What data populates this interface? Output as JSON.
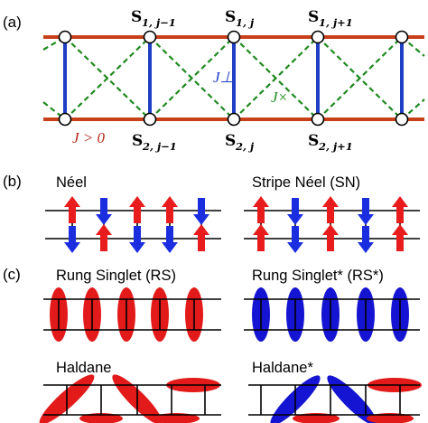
{
  "colors": {
    "leg": "#c8401a",
    "rung": "#1f3fc4",
    "diagonal": "#1f8a1f",
    "spin_up": "#e81c1c",
    "spin_down": "#1a2ee0",
    "singlet_red": "#e31a1a",
    "singlet_blue": "#1414d2",
    "line": "#000000"
  },
  "panel_a": {
    "label": "(a)",
    "top_sites": [
      {
        "base": "S",
        "sub": "1, j−1"
      },
      {
        "base": "S",
        "sub": "1, j"
      },
      {
        "base": "S",
        "sub": "1, j+1"
      }
    ],
    "bottom_sites": [
      {
        "base": "S",
        "sub": "2, j−1"
      },
      {
        "base": "S",
        "sub": "2, j"
      },
      {
        "base": "S",
        "sub": "2, j+1"
      }
    ],
    "j_leg": "J > 0",
    "j_perp": "J⊥",
    "j_cross": "J×"
  },
  "panel_b": {
    "label": "(b)",
    "left_title": "Néel",
    "right_title": "Stripe Néel (SN)",
    "neel_top": [
      "up",
      "down",
      "up",
      "up",
      "down"
    ],
    "neel_bottom": [
      "down",
      "up",
      "down",
      "down",
      "up"
    ],
    "stripe_top": [
      "up",
      "down",
      "up",
      "down",
      "up"
    ],
    "stripe_bottom": [
      "up",
      "down",
      "up",
      "down",
      "up"
    ]
  },
  "panel_c": {
    "label": "(c)",
    "rs_title": "Rung Singlet (RS)",
    "rs_star_title": "Rung Singlet* (RS*)",
    "haldane_title": "Haldane",
    "haldane_star_title": "Haldane*"
  }
}
